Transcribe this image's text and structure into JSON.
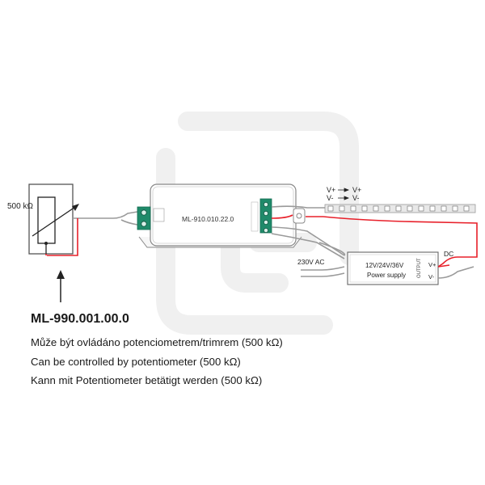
{
  "potentiometer": {
    "label": "500 kΩ"
  },
  "controller": {
    "model": "ML-910.010.22.0"
  },
  "strip": {
    "v_plus_in": "V+",
    "v_minus_in": "V-",
    "v_plus_out": "V+",
    "v_minus_out": "V-"
  },
  "power_supply": {
    "ac_label": "230V AC",
    "voltages": "12V/24V/36V",
    "name": "Power supply",
    "output_label": "OUTPUT",
    "v_plus": "V+",
    "v_minus": "V-",
    "dc_label": "DC"
  },
  "part_number": "ML-990.001.00.0",
  "descriptions": {
    "cs": "Může být ovládáno potenciometrem/trimrem (500 kΩ)",
    "en": "Can be controlled by potentiometer (500 kΩ)",
    "de": "Kann mit Potentiometer betätigt werden (500 kΩ)"
  },
  "colors": {
    "red_wire": "#e8202a",
    "gray_wire": "#9a9a9a",
    "terminal_green": "#1f8a6a",
    "outline": "#555555",
    "watermark": "#f0f0f0"
  }
}
